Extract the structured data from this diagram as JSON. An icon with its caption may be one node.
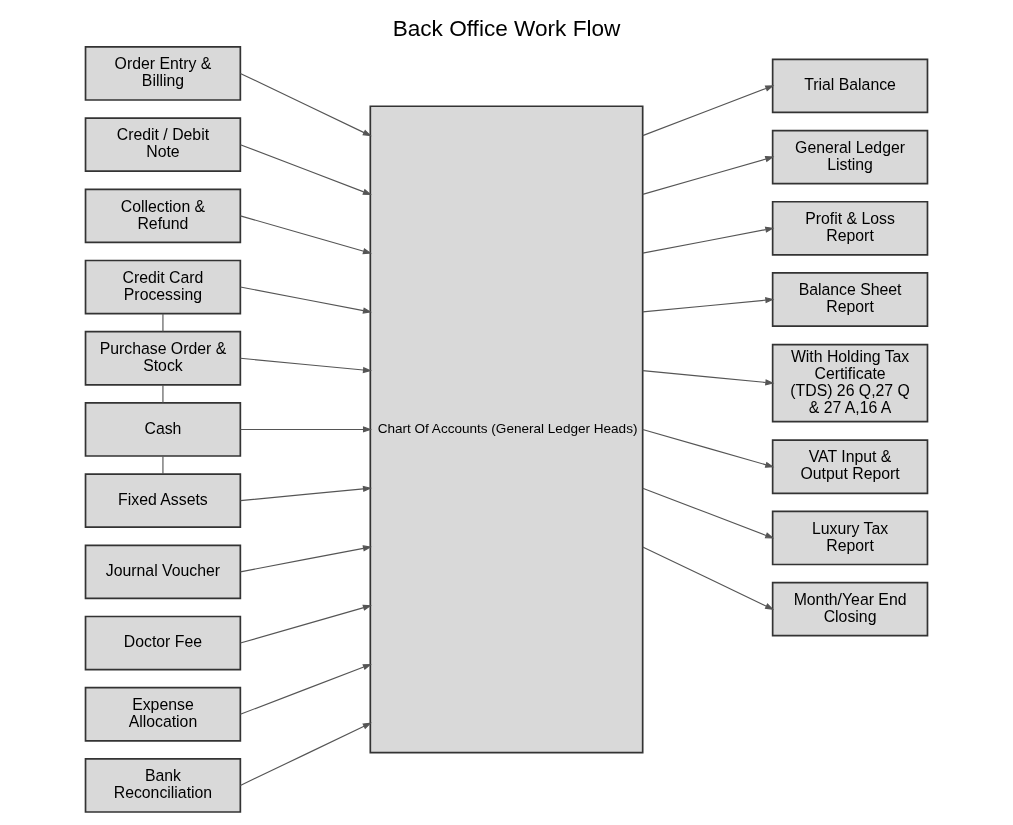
{
  "diagram": {
    "title": "Back Office Work Flow",
    "nodes": [
      {
        "text": [
          "Order Entry & Billing"
        ]
      },
      {
        "text": [
          "Credit / Debit Note"
        ]
      },
      {
        "text": [
          "Collection & Refund"
        ]
      },
      {
        "text": [
          "Credit Card Processing"
        ]
      },
      {
        "text": [
          "Purchase Order & Stock"
        ]
      },
      {
        "text": [
          "Cash"
        ]
      },
      {
        "text": [
          "Fixed Assets"
        ]
      },
      {
        "text": [
          "Journal Voucher"
        ]
      },
      {
        "text": [
          "Doctor Fee"
        ]
      },
      {
        "text": [
          "Expense Allocation"
        ]
      },
      {
        "text": [
          "Bank Reconciliation"
        ]
      },
      {
        "text": [
          "Chart Of Accounts (General Ledger Heads)"
        ]
      },
      {
        "text": [
          "Trial Balance"
        ]
      },
      {
        "text": [
          "General Ledger Listing"
        ]
      },
      {
        "text": [
          "Profit & Loss Report"
        ]
      },
      {
        "text": [
          "Balance Sheet Report"
        ]
      },
      {
        "text": [
          "With Holding Tax Certificate (TDS) 26 Q,27 Q & 27 A,16 A"
        ]
      },
      {
        "text": [
          "VAT Input & Output Report"
        ]
      },
      {
        "text": [
          "Luxury Tax Report"
        ]
      },
      {
        "text": [
          "Month/Year End Closing"
        ]
      }
    ],
    "edges": [
      {
        "from": 0,
        "to": 11,
        "arrow": "to"
      },
      {
        "from": 1,
        "to": 11,
        "arrow": "to"
      },
      {
        "from": 2,
        "to": 11,
        "arrow": "to"
      },
      {
        "from": 3,
        "to": 11,
        "arrow": "to"
      },
      {
        "from": 4,
        "to": 11,
        "arrow": "to"
      },
      {
        "from": 5,
        "to": 11,
        "arrow": "to"
      },
      {
        "from": 6,
        "to": 11,
        "arrow": "to"
      },
      {
        "from": 7,
        "to": 11,
        "arrow": "to"
      },
      {
        "from": 8,
        "to": 11,
        "arrow": "to"
      },
      {
        "from": 9,
        "to": 11,
        "arrow": "to"
      },
      {
        "from": 10,
        "to": 11,
        "arrow": "to"
      },
      {
        "from": 11,
        "to": 12,
        "arrow": "to"
      },
      {
        "from": 11,
        "to": 13,
        "arrow": "to"
      },
      {
        "from": 11,
        "to": 14,
        "arrow": "to"
      },
      {
        "from": 11,
        "to": 15,
        "arrow": "to"
      },
      {
        "from": 11,
        "to": 16,
        "arrow": "to"
      },
      {
        "from": 11,
        "to": 17,
        "arrow": "to"
      },
      {
        "from": 11,
        "to": 18,
        "arrow": "to"
      },
      {
        "from": 11,
        "to": 19,
        "arrow": "to"
      },
      {
        "from": 3,
        "to": 4,
        "arrow": "none"
      },
      {
        "from": 4,
        "to": 5,
        "arrow": "none"
      },
      {
        "from": 5,
        "to": 6,
        "arrow": "none"
      }
    ]
  }
}
